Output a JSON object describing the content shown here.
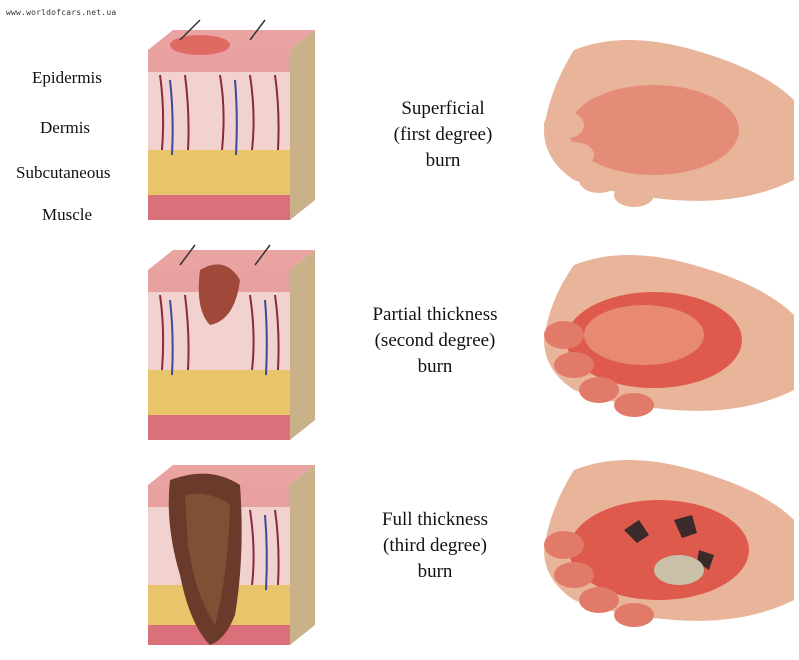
{
  "watermark": "www.worldofcars.net.ua",
  "layer_labels": [
    "Epidermis",
    "Dermis",
    "Subcutaneous",
    "Muscle"
  ],
  "burns": [
    {
      "lines": [
        "Superficial",
        "(first degree)",
        "burn"
      ],
      "severity": 1
    },
    {
      "lines": [
        "Partial thickness",
        "(second degree)",
        "burn"
      ],
      "severity": 2
    },
    {
      "lines": [
        "Full thickness",
        "(third degree)",
        "burn"
      ],
      "severity": 3
    }
  ],
  "colors": {
    "epidermis": "#e8a0a0",
    "dermis": "#f1d2cf",
    "subcutaneous": "#e8c56a",
    "muscle": "#d9707a",
    "skin": "#e8b49a",
    "burn_red": "#d9443a",
    "char": "#6a3a2a"
  }
}
